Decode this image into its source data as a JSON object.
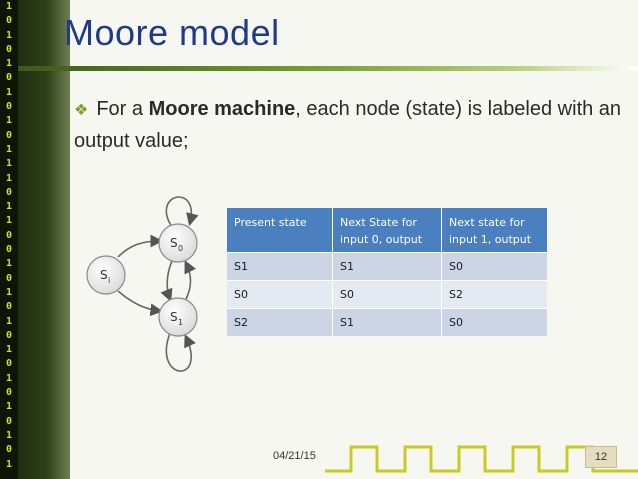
{
  "binary_strip": [
    "1",
    "0",
    "1",
    "0",
    "1",
    "0",
    "1",
    "0",
    "1",
    "0",
    "1",
    "1",
    "1",
    "0",
    "1",
    "1",
    "0",
    "0",
    "1",
    "0",
    "1",
    "0",
    "1",
    "0",
    "1",
    "0",
    "1",
    "0",
    "1",
    "0",
    "1",
    "0",
    "1"
  ],
  "title": "Moore model",
  "bullet": {
    "prefix": "For a ",
    "bold": "Moore machine",
    "suffix": ", each node (state) is labeled with an output value;"
  },
  "diagram": {
    "state_si": {
      "main": "S",
      "sub": "i"
    },
    "state_s0": {
      "main": "S",
      "sub": "0"
    },
    "state_s1": {
      "main": "S",
      "sub": "1"
    }
  },
  "table": {
    "headers": [
      "Present state",
      "Next State for input 0, output",
      "Next state for input 1, output"
    ],
    "rows": [
      [
        "S1",
        "S1",
        "S0"
      ],
      [
        "S0",
        "S0",
        "S2"
      ],
      [
        "S2",
        "S1",
        "S0"
      ]
    ]
  },
  "footer": {
    "date": "04/21/15",
    "page": "12"
  },
  "colors": {
    "title": "#1f3a8c",
    "accent_green": "#7aa02c",
    "table_header": "#4a7fc0",
    "binary_text": "#d8dc2a"
  }
}
